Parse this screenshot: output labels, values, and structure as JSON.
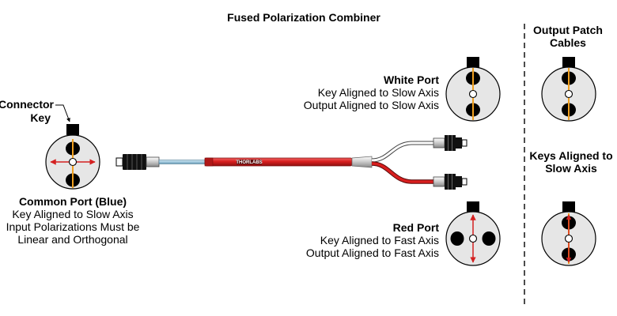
{
  "title": "Fused Polarization Combiner",
  "output_patch": {
    "line1": "Output Patch",
    "line2": "Cables"
  },
  "keys_aligned": {
    "line1": "Keys Aligned to",
    "line2": "Slow Axis"
  },
  "connector_key": {
    "line1": "Connector",
    "line2": "Key"
  },
  "common_port": {
    "name": "Common Port (Blue)",
    "line1": "Key Aligned to Slow Axis",
    "line2": "Input Polarizations Must be",
    "line3": "Linear and Orthogonal"
  },
  "white_port": {
    "name": "White Port",
    "line1": "Key Aligned to Slow Axis",
    "line2": "Output Aligned to Slow Axis"
  },
  "red_port": {
    "name": "Red Port",
    "line1": "Key Aligned to Fast Axis",
    "line2": "Output Aligned to Fast Axis"
  },
  "cable_brand": "THORLABS",
  "colors": {
    "orange_axis": "#f0a020",
    "red_axis": "#d42020",
    "port_fill": "#e6e6e6",
    "cable_red": "#d81e1e",
    "cable_blue": "#9fc6dc"
  }
}
